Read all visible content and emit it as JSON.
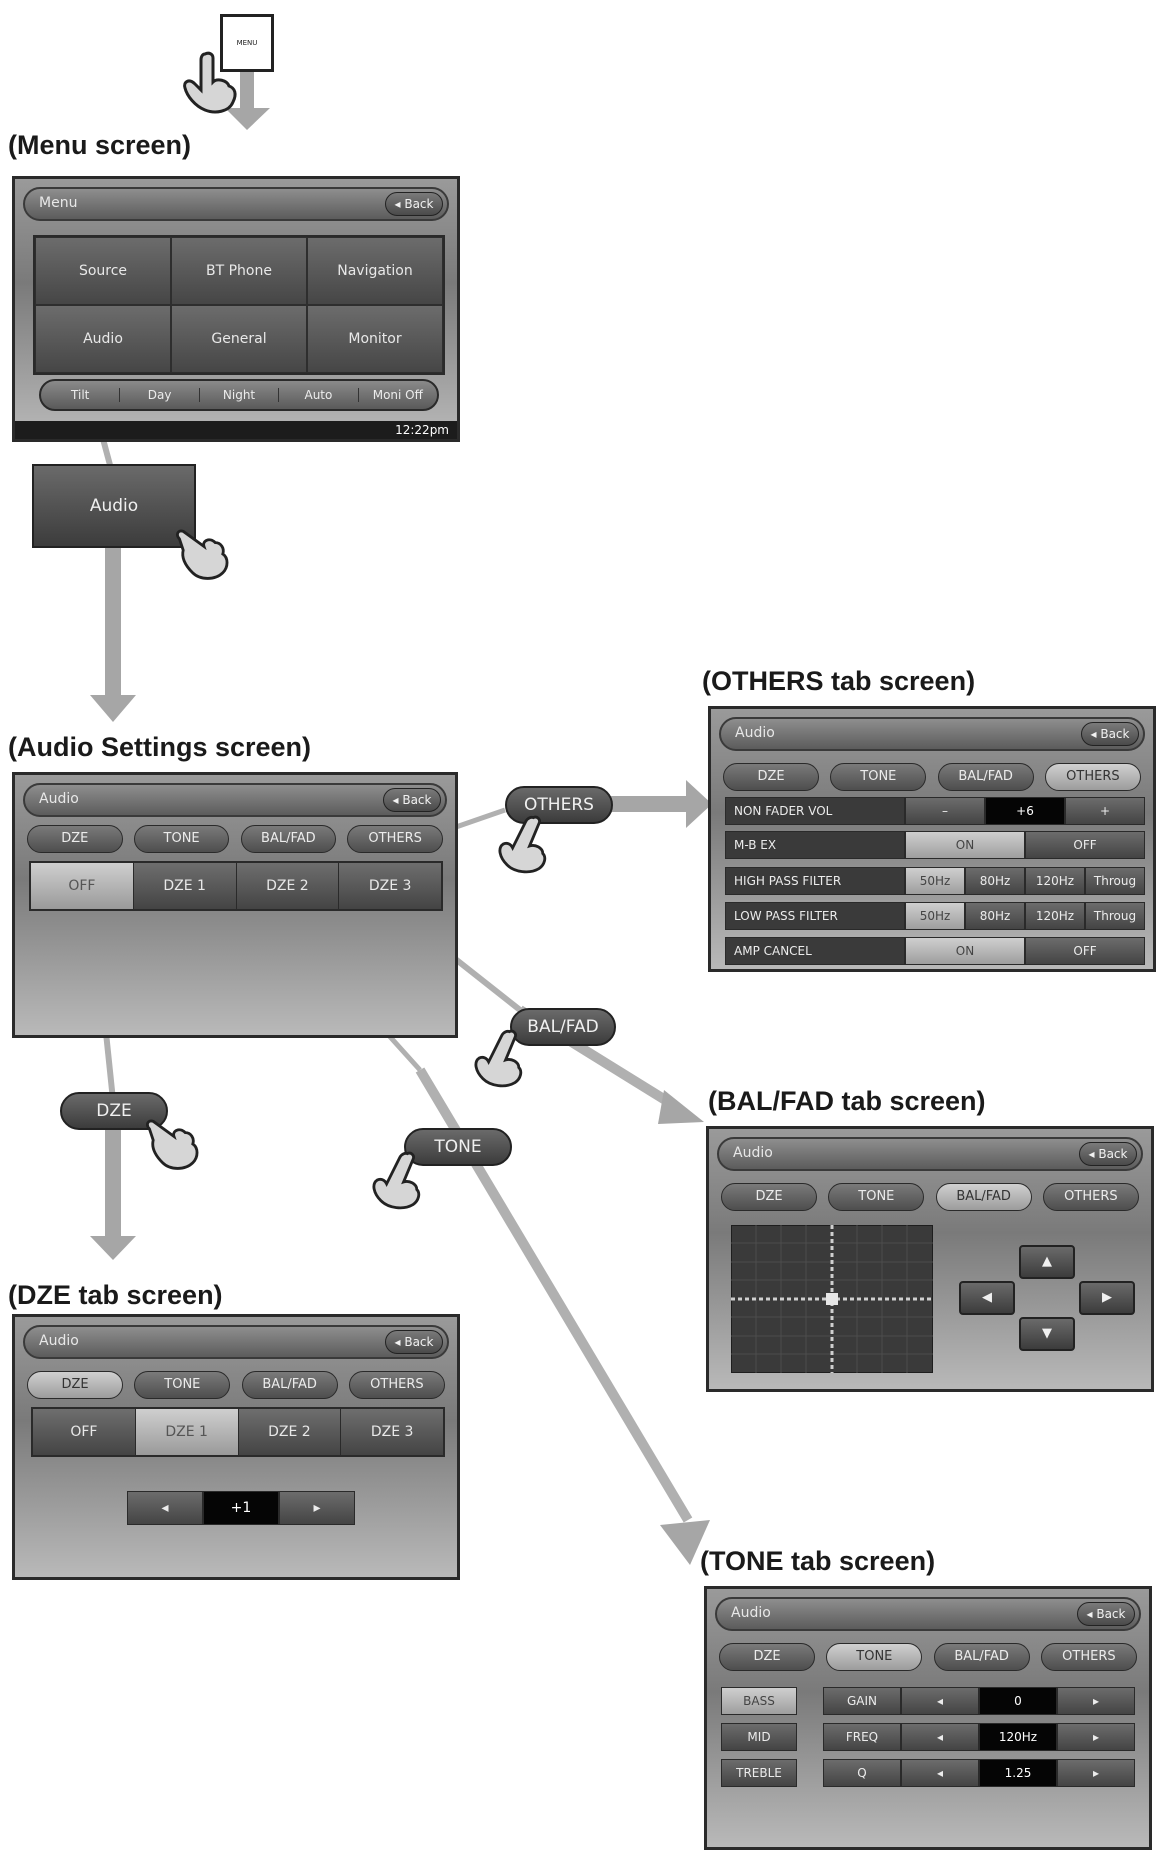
{
  "captions": {
    "menu": "(Menu screen)",
    "audio_settings": "(Audio Settings screen)",
    "others": "(OTHERS tab screen)",
    "balfad": "(BAL/FAD tab screen)",
    "dze": "(DZE tab screen)",
    "tone": "(TONE tab screen)"
  },
  "menu_key": {
    "label": "MENU"
  },
  "menu_screen": {
    "title": "Menu",
    "back": "◂ Back",
    "buttons": [
      "Source",
      "BT Phone",
      "Navigation",
      "Audio",
      "General",
      "Monitor"
    ],
    "bar": [
      "Tilt",
      "Day",
      "Night",
      "Auto",
      "Moni Off"
    ],
    "time": "12:22pm"
  },
  "callouts": {
    "audio": "Audio",
    "others": "OTHERS",
    "balfad": "BAL/FAD",
    "dze": "DZE",
    "tone": "TONE"
  },
  "audio_screen": {
    "title": "Audio",
    "back": "◂ Back",
    "tabs": [
      "DZE",
      "TONE",
      "BAL/FAD",
      "OTHERS"
    ],
    "segments": [
      "OFF",
      "DZE 1",
      "DZE 2",
      "DZE 3"
    ]
  },
  "others_screen": {
    "title": "Audio",
    "back": "◂ Back",
    "tabs": [
      "DZE",
      "TONE",
      "BAL/FAD",
      "OTHERS"
    ],
    "rows": [
      {
        "label": "NON FADER VOL",
        "cells": [
          "–",
          "+6",
          "+"
        ]
      },
      {
        "label": "M-B EX",
        "cells": [
          "ON",
          "OFF"
        ]
      },
      {
        "label": "HIGH PASS FILTER",
        "cells": [
          "50Hz",
          "80Hz",
          "120Hz",
          "Throug"
        ]
      },
      {
        "label": "LOW PASS FILTER",
        "cells": [
          "50Hz",
          "80Hz",
          "120Hz",
          "Throug"
        ]
      },
      {
        "label": "AMP CANCEL",
        "cells": [
          "ON",
          "OFF"
        ]
      }
    ]
  },
  "balfad_screen": {
    "title": "Audio",
    "back": "◂ Back",
    "tabs": [
      "DZE",
      "TONE",
      "BAL/FAD",
      "OTHERS"
    ],
    "arrows": [
      "▲",
      "◀",
      "▶",
      "▼"
    ]
  },
  "dze_screen": {
    "title": "Audio",
    "back": "◂ Back",
    "tabs": [
      "DZE",
      "TONE",
      "BAL/FAD",
      "OTHERS"
    ],
    "segments": [
      "OFF",
      "DZE 1",
      "DZE 2",
      "DZE 3"
    ],
    "left": "◂",
    "value": "+1",
    "right": "▸"
  },
  "tone_screen": {
    "title": "Audio",
    "back": "◂ Back",
    "tabs": [
      "DZE",
      "TONE",
      "BAL/FAD",
      "OTHERS"
    ],
    "bands": [
      "BASS",
      "MID",
      "TREBLE"
    ],
    "params": [
      "GAIN",
      "FREQ",
      "Q"
    ],
    "values": [
      "0",
      "120Hz",
      "1.25"
    ],
    "left": "◂",
    "right": "▸"
  }
}
